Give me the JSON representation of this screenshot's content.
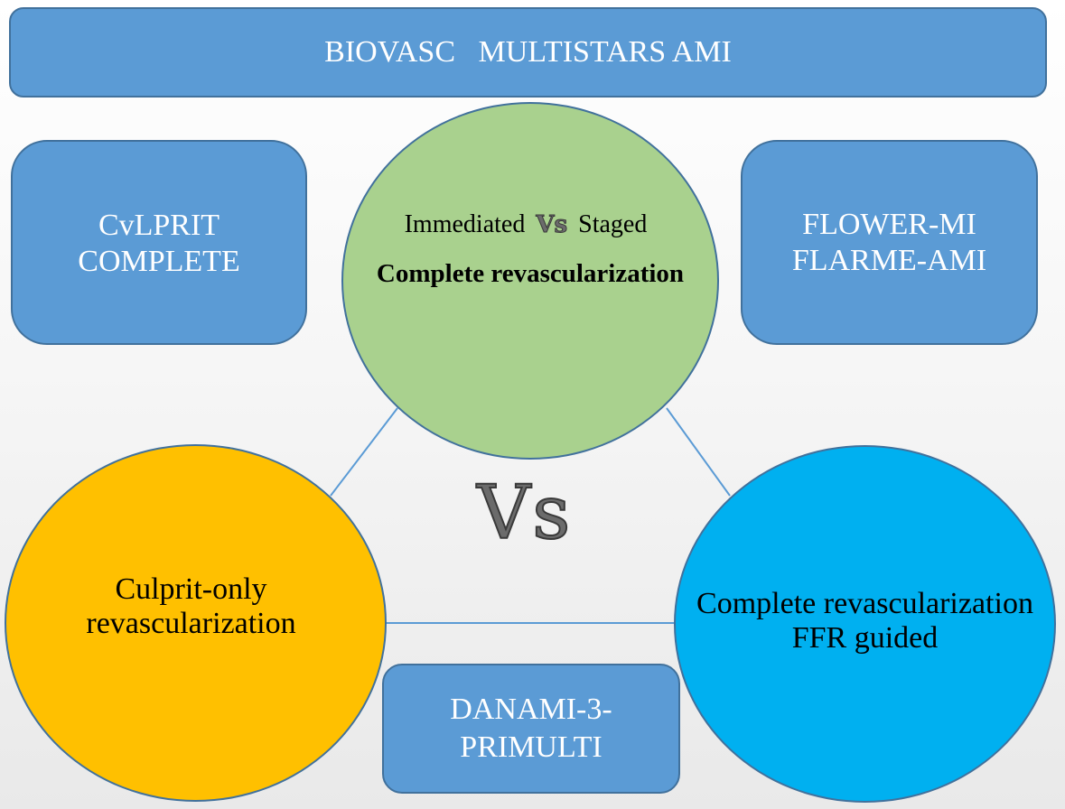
{
  "header": {
    "title": "BIOVASC   MULTISTARS AMI"
  },
  "trial_boxes": {
    "top_left": {
      "lines": [
        "CvLPRIT",
        "COMPLETE"
      ]
    },
    "top_right": {
      "lines": [
        "FLOWER-MI",
        "FLARME-AMI"
      ]
    },
    "bottom": {
      "lines": [
        "DANAMI-3-",
        "PRIMULTI"
      ]
    }
  },
  "strategies": {
    "top": {
      "left_word": "Immediated",
      "vs": "Vs",
      "right_word": "Staged",
      "subtitle": "Complete revascularization",
      "color": "#a9d18e"
    },
    "left": {
      "lines": [
        "Culprit-only",
        "revascularization"
      ],
      "color": "#ffc000"
    },
    "right": {
      "lines": [
        "Complete revascularization",
        "FFR guided"
      ],
      "color": "#00b0f0"
    }
  },
  "center_label": "Vs",
  "colors": {
    "box_fill": "#5b9bd5",
    "box_border": "#41719c",
    "connector": "#5b9bd5"
  }
}
